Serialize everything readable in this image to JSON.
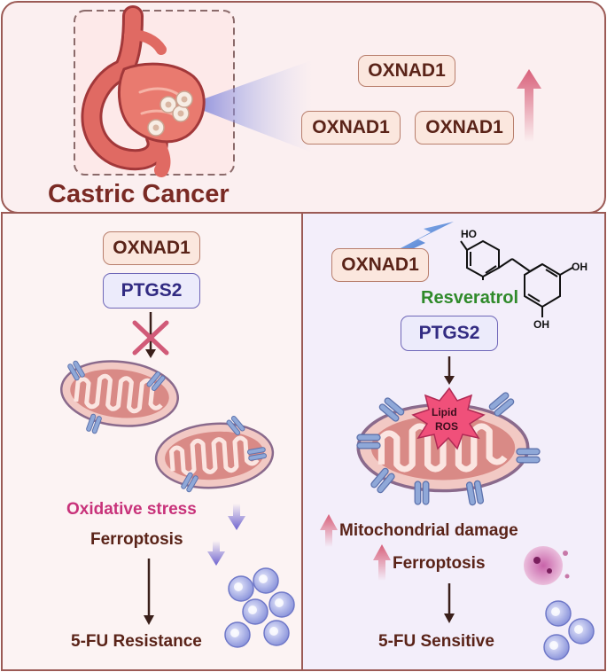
{
  "top_panel": {
    "title": "Castric Cancer",
    "oxnad1_labels": [
      "OXNAD1",
      "OXNAD1",
      "OXNAD1"
    ],
    "trend": "up"
  },
  "left_panel": {
    "oxnad1": "OXNAD1",
    "ptgs2": "PTGS2",
    "oxidative_stress": "Oxidative stress",
    "ferroptosis": "Ferroptosis",
    "outcome": "5-FU Resistance"
  },
  "right_panel": {
    "oxnad1": "OXNAD1",
    "compound": "Resveratrol",
    "oh_labels": [
      "HO",
      "OH",
      "OH"
    ],
    "ptgs2": "PTGS2",
    "lipid_ros": [
      "Lipid",
      "ROS"
    ],
    "mito_damage": "Mitochondrial damage",
    "ferroptosis": "Ferroptosis",
    "outcome": "5-FU Sensitive"
  },
  "colors": {
    "frame": "#9b5a55",
    "top_bg": "#fbeff0",
    "left_bg": "#fcf3f3",
    "right_bg": "#f3eefa",
    "oxnad1_fill": "#fbe7de",
    "ptgs2_fill": "#ecebfb",
    "brown_text": "#5a2318",
    "green_text": "#2f8a2a",
    "magenta_text": "#c8327a",
    "up_arrow": "#d8607a",
    "down_arrow": "#6e63cf"
  }
}
